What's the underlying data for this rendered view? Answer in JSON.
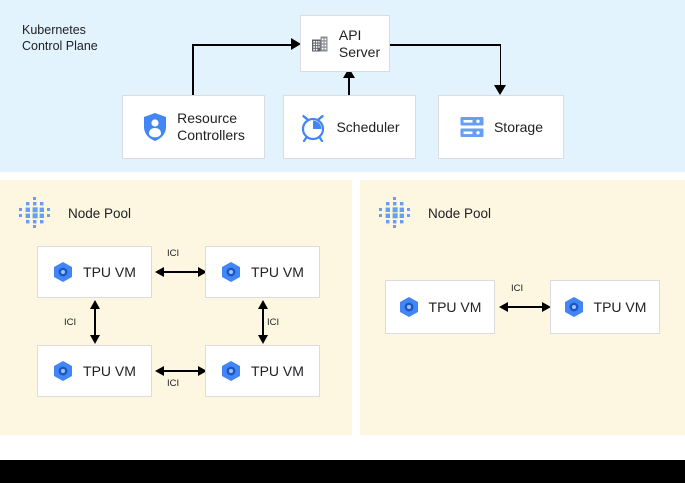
{
  "control_plane": {
    "label": "Kubernetes\nControl Plane",
    "label_line1": "Kubernetes",
    "label_line2": "Control Plane",
    "background_color": "#e2f3fd",
    "nodes": [
      {
        "id": "api-server",
        "label_line1": "API",
        "label_line2": "Server",
        "icon": "building-icon",
        "icon_color": "#5f6368"
      },
      {
        "id": "resource-controllers",
        "label_line1": "Resource",
        "label_line2": "Controllers",
        "icon": "shield-user-icon",
        "icon_color": "#4285f4"
      },
      {
        "id": "scheduler",
        "label_line1": "Scheduler",
        "label_line2": "",
        "icon": "alarm-clock-icon",
        "icon_color": "#4285f4"
      },
      {
        "id": "storage",
        "label_line1": "Storage",
        "label_line2": "",
        "icon": "server-rack-icon",
        "icon_color": "#4285f4"
      }
    ],
    "connections": [
      {
        "from": "resource-controllers",
        "to": "api-server",
        "direction": "to-api"
      },
      {
        "from": "scheduler",
        "to": "api-server",
        "direction": "to-api"
      },
      {
        "from": "api-server",
        "to": "storage",
        "direction": "from-api"
      }
    ]
  },
  "pools": [
    {
      "id": "pool-left",
      "title": "Node Pool",
      "icon": "node-pool-dots-icon",
      "background_color": "#fdf6e0",
      "vms": [
        {
          "id": "tpu-l1",
          "label": "TPU VM",
          "icon": "tpu-hexagon-icon"
        },
        {
          "id": "tpu-l2",
          "label": "TPU VM",
          "icon": "tpu-hexagon-icon"
        },
        {
          "id": "tpu-l3",
          "label": "TPU VM",
          "icon": "tpu-hexagon-icon"
        },
        {
          "id": "tpu-l4",
          "label": "TPU VM",
          "icon": "tpu-hexagon-icon"
        }
      ],
      "links": [
        {
          "id": "ici-top",
          "label": "ICI",
          "orientation": "horizontal",
          "between": [
            "tpu-l1",
            "tpu-l2"
          ]
        },
        {
          "id": "ici-left",
          "label": "ICI",
          "orientation": "vertical",
          "between": [
            "tpu-l1",
            "tpu-l3"
          ]
        },
        {
          "id": "ici-right",
          "label": "ICI",
          "orientation": "vertical",
          "between": [
            "tpu-l2",
            "tpu-l4"
          ]
        },
        {
          "id": "ici-bottom",
          "label": "ICI",
          "orientation": "horizontal",
          "between": [
            "tpu-l3",
            "tpu-l4"
          ]
        }
      ]
    },
    {
      "id": "pool-right",
      "title": "Node Pool",
      "icon": "node-pool-dots-icon",
      "background_color": "#fdf6e0",
      "vms": [
        {
          "id": "tpu-r1",
          "label": "TPU VM",
          "icon": "tpu-hexagon-icon"
        },
        {
          "id": "tpu-r2",
          "label": "TPU VM",
          "icon": "tpu-hexagon-icon"
        }
      ],
      "links": [
        {
          "id": "ici-r",
          "label": "ICI",
          "orientation": "horizontal",
          "between": [
            "tpu-r1",
            "tpu-r2"
          ]
        }
      ]
    }
  ],
  "colors": {
    "control_plane_bg": "#e2f3fd",
    "pool_bg": "#fdf6e0",
    "box_bg": "#ffffff",
    "box_border": "#dadce0",
    "accent_blue": "#4285f4",
    "icon_gray": "#5f6368",
    "text": "#202124",
    "bottom_bar": "#000000"
  }
}
